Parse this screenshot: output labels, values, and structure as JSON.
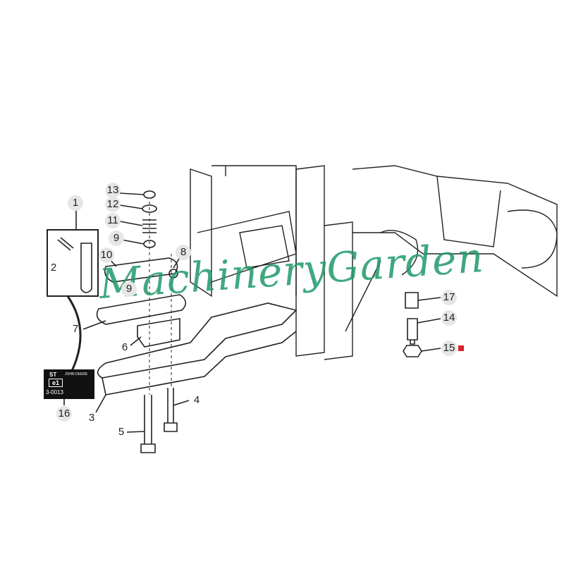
{
  "diagram": {
    "callouts": [
      "1",
      "2",
      "13",
      "12",
      "11",
      "9",
      "10",
      "8",
      "9",
      "7",
      "6",
      "16",
      "3",
      "5",
      "4",
      "17",
      "14",
      "15"
    ],
    "decal": {
      "line1": "ST",
      "brand": "JOHN DEERE",
      "badge": "e1",
      "code": "3-0013"
    },
    "watermark": "MachineryGarden",
    "marker_color": "#d9232a"
  }
}
